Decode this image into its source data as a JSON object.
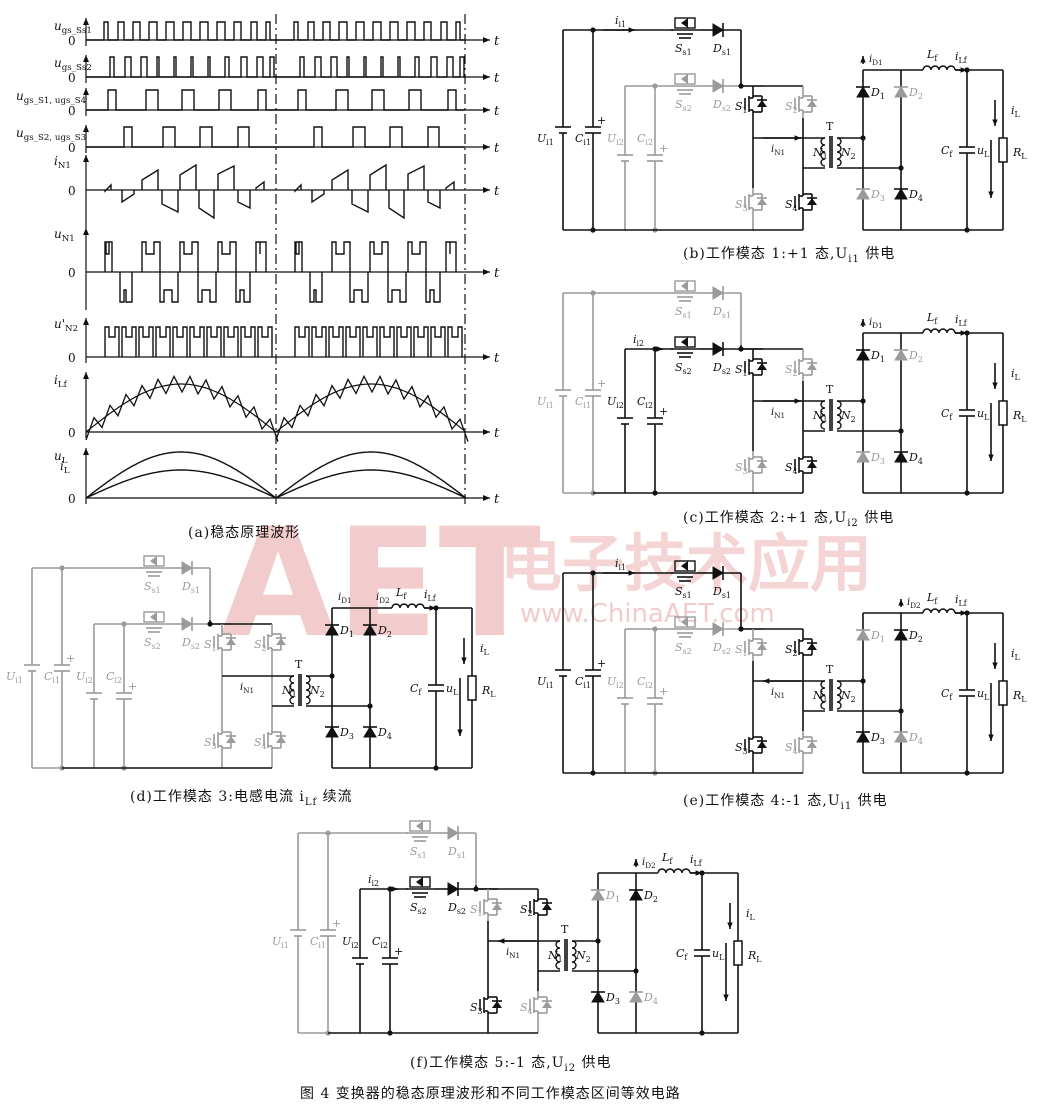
{
  "waveforms": {
    "signals": [
      {
        "label": "u",
        "sub": "gs_Ss1",
        "zero": "0"
      },
      {
        "label": "u",
        "sub": "gs_Ss2",
        "zero": "0"
      },
      {
        "label": "u",
        "sub": "gs_S1, u",
        "sub2": "gs_S4",
        "zero": "0"
      },
      {
        "label": "u",
        "sub": "gs_S2, u",
        "sub2": "gs_S3",
        "zero": "0"
      },
      {
        "label": "i",
        "sub": "N1",
        "zero": "0"
      },
      {
        "label": "u",
        "sub": "N1",
        "zero": "0"
      },
      {
        "label": "u'",
        "sub": "N2",
        "zero": "0"
      },
      {
        "label": "i",
        "sub": "Lf",
        "zero": "0"
      },
      {
        "label": "u",
        "sub": "L",
        "zero": "0"
      }
    ],
    "extra_label_iL": "i",
    "extra_label_iL_sub": "L",
    "time_axis": "t",
    "caption": "(a)稳态原理波形"
  },
  "circuits": {
    "labels": {
      "Ui1": "U",
      "Ui1_sub": "i1",
      "Ci1": "C",
      "Ci1_sub": "i1",
      "Ui2": "U",
      "Ui2_sub": "i2",
      "Ci2": "C",
      "Ci2_sub": "i2",
      "Ss1": "S",
      "Ss1_sub": "s1",
      "Ss2": "S",
      "Ss2_sub": "s2",
      "Ds1": "D",
      "Ds1_sub": "s1",
      "Ds2": "D",
      "Ds2_sub": "s2",
      "S1": "S",
      "S1_sub": "1",
      "S2": "S",
      "S2_sub": "2",
      "S3": "S",
      "S3_sub": "3",
      "S4": "S",
      "S4_sub": "4",
      "T": "T",
      "N1": "N",
      "N1_sub": "1",
      "N2": "N",
      "N2_sub": "2",
      "iN1": "i",
      "iN1_sub": "N1",
      "D1": "D",
      "D1_sub": "1",
      "D2": "D",
      "D2_sub": "2",
      "D3": "D",
      "D3_sub": "3",
      "D4": "D",
      "D4_sub": "4",
      "iD1": "i",
      "iD1_sub": "D1",
      "iD2": "i",
      "iD2_sub": "D2",
      "Lf": "L",
      "Lf_sub": "f",
      "iLf": "i",
      "iLf_sub": "Lf",
      "Cf": "C",
      "Cf_sub": "f",
      "uL": "u",
      "uL_sub": "L",
      "RL": "R",
      "RL_sub": "L",
      "iL": "i",
      "iL_sub": "L",
      "ii1": "i",
      "ii1_sub": "i1",
      "ii2": "i",
      "ii2_sub": "i2",
      "plus": "+"
    },
    "captions": {
      "b": "(b)工作模态 1:+1 态,U",
      "b_sub": "i1",
      "b_tail": " 供电",
      "c": "(c)工作模态 2:+1 态,U",
      "c_sub": "i2",
      "c_tail": " 供电",
      "d": "(d)工作模态 3:电感电流 i",
      "d_sub": "Lf",
      "d_tail": " 续流",
      "e": "(e)工作模态 4:-1 态,U",
      "e_sub": "i1",
      "e_tail": " 供电",
      "f": "(f)工作模态 5:-1 态,U",
      "f_sub": "i2",
      "f_tail": " 供电"
    }
  },
  "figure_caption": "图 4   变换器的稳态原理波形和不同工作模态区间等效电路",
  "watermark": {
    "big": "AET",
    "script": "电子技术应用",
    "url": "www.ChinaAET.com"
  },
  "colors": {
    "ink": "#111111",
    "inactive": "#9a9a9a",
    "watermark": "#e05a5a",
    "watermark_light": "#f2b8b8"
  }
}
